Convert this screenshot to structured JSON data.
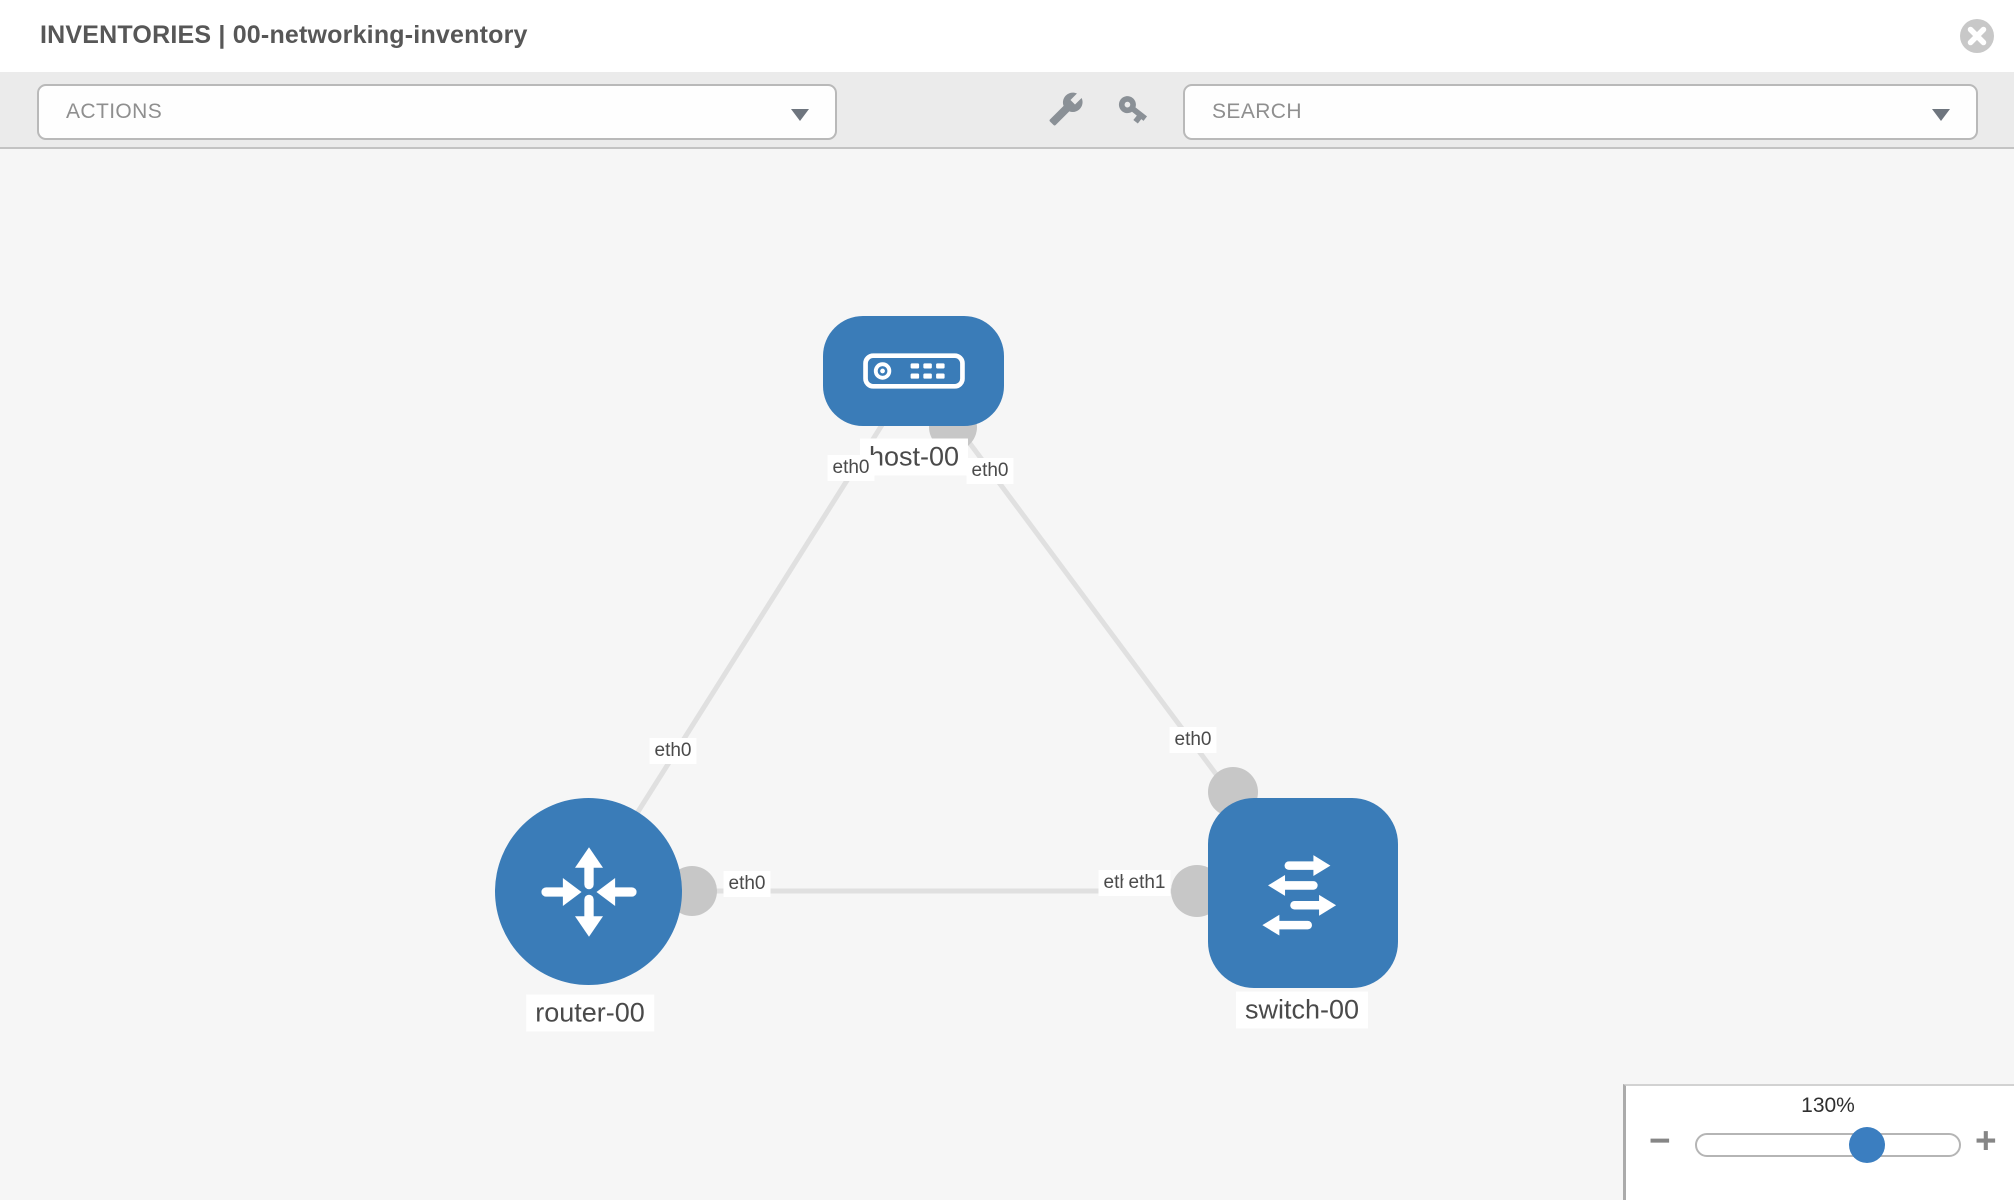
{
  "header": {
    "title": "INVENTORIES | 00-networking-inventory"
  },
  "toolbar": {
    "actions_label": "ACTIONS",
    "search_placeholder": "SEARCH"
  },
  "topology": {
    "nodes": [
      {
        "id": "host-00",
        "label": "host-00",
        "type": "host",
        "shape": "rounded-rect"
      },
      {
        "id": "router-00",
        "label": "router-00",
        "type": "router",
        "shape": "circle"
      },
      {
        "id": "switch-00",
        "label": "switch-00",
        "type": "switch",
        "shape": "rounded-square"
      }
    ],
    "links": [
      {
        "source": "host-00",
        "target": "router-00",
        "source_interface": "eth0",
        "target_interface": "eth0"
      },
      {
        "source": "host-00",
        "target": "switch-00",
        "source_interface": "eth0",
        "target_interface": "eth0"
      },
      {
        "source": "router-00",
        "target": "switch-00",
        "source_interface": "eth0",
        "target_interface": "eth1",
        "target_interface_overlapped": "eth0"
      }
    ]
  },
  "zoom_control": {
    "level": "130%",
    "zoom_out": "−",
    "zoom_in": "+"
  },
  "colors": {
    "node_blue": "#3a7cb8",
    "edge_gray": "#e0e0e0",
    "connector_gray": "#c7c7c7",
    "toolbar_gray": "#ebebeb",
    "canvas_gray": "#f6f6f6",
    "slider_knob_blue": "#3b7ec0"
  }
}
